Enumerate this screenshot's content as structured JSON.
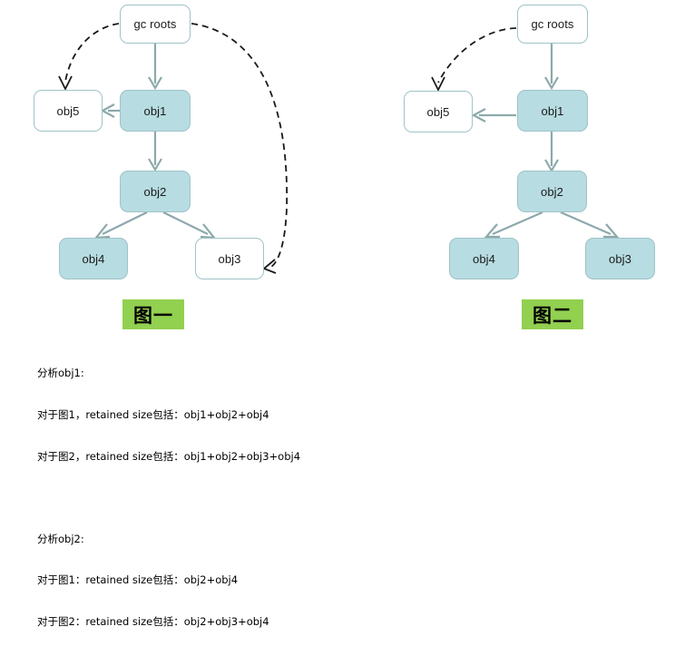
{
  "diagram": {
    "background_color": "#ffffff",
    "node_fill_highlight": "#b7dce1",
    "node_fill_plain": "#ffffff",
    "node_border_color": "#9fc3c8",
    "solid_edge_color": "#8ca9ab",
    "dashed_edge_color": "#1a1a1a",
    "caption_background": "#92d050"
  },
  "figure_one": {
    "caption": "图一",
    "nodes": {
      "gc_roots": "gc roots",
      "obj5": "obj5",
      "obj1": "obj1",
      "obj2": "obj2",
      "obj4": "obj4",
      "obj3": "obj3"
    },
    "edges": [
      {
        "from": "gc roots",
        "to": "obj5",
        "style": "dashed"
      },
      {
        "from": "gc roots",
        "to": "obj1",
        "style": "solid"
      },
      {
        "from": "gc roots",
        "to": "obj3",
        "style": "dashed"
      },
      {
        "from": "obj1",
        "to": "obj5",
        "style": "solid"
      },
      {
        "from": "obj1",
        "to": "obj2",
        "style": "solid"
      },
      {
        "from": "obj2",
        "to": "obj4",
        "style": "solid"
      },
      {
        "from": "obj2",
        "to": "obj3",
        "style": "solid"
      }
    ]
  },
  "figure_two": {
    "caption": "图二",
    "nodes": {
      "gc_roots": "gc roots",
      "obj5": "obj5",
      "obj1": "obj1",
      "obj2": "obj2",
      "obj4": "obj4",
      "obj3": "obj3"
    },
    "edges": [
      {
        "from": "gc roots",
        "to": "obj5",
        "style": "dashed"
      },
      {
        "from": "gc roots",
        "to": "obj1",
        "style": "solid"
      },
      {
        "from": "obj1",
        "to": "obj5",
        "style": "solid"
      },
      {
        "from": "obj1",
        "to": "obj2",
        "style": "solid"
      },
      {
        "from": "obj2",
        "to": "obj4",
        "style": "solid"
      },
      {
        "from": "obj2",
        "to": "obj3",
        "style": "solid"
      }
    ]
  },
  "notes": {
    "block_one": {
      "heading": "分析obj1:",
      "line_1": "对于图1，retained size包括：obj1+obj2+obj4",
      "line_2": "对于图2，retained size包括：obj1+obj2+obj3+obj4"
    },
    "block_two": {
      "heading": "分析obj2:",
      "line_1": "对于图1：retained size包括：obj2+obj4",
      "line_2": "对于图2：retained size包括：obj2+obj3+obj4"
    }
  }
}
